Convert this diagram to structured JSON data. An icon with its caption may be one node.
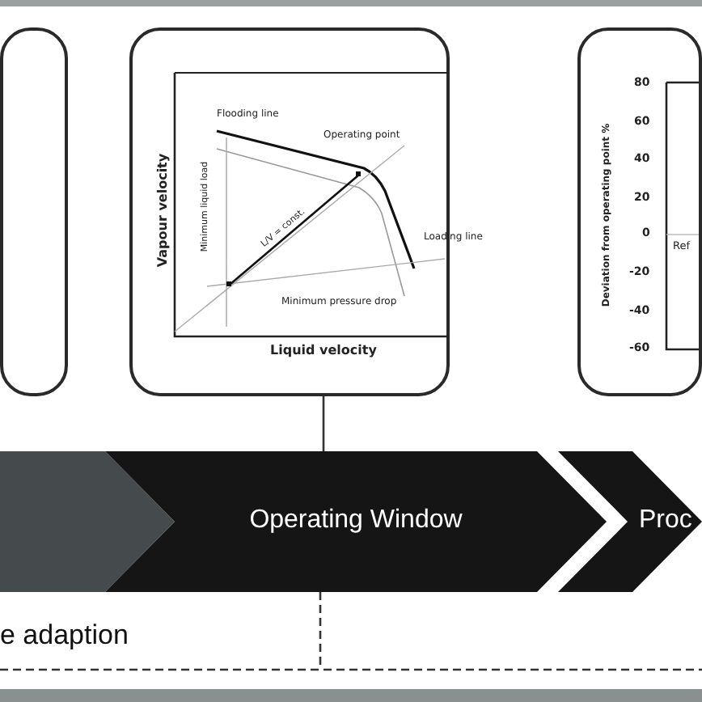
{
  "diagram": {
    "nodes": [
      {
        "text": [],
        "shape": "box"
      },
      {
        "text": [],
        "shape": "box"
      },
      {
        "text": [],
        "shape": "box"
      },
      {
        "text": [],
        "shape": "chevron"
      },
      {
        "text": [
          "Operating Window"
        ]
      },
      {
        "text": [
          "Proc"
        ]
      }
    ],
    "edges": [
      {
        "from": 1,
        "to": 4,
        "arrow": "none"
      }
    ],
    "labels": [
      "Flooding line",
      "Operating point",
      "Minimum liquid load",
      "Vapour velocity",
      "L/V = const.",
      "Loading line",
      "Minimum pressure drop",
      "Liquid velocity",
      "Deviation from operating point %",
      "80",
      "60",
      "40",
      "20",
      "0",
      "-20",
      "-40",
      "-60",
      "Ref",
      "e adaption"
    ]
  }
}
